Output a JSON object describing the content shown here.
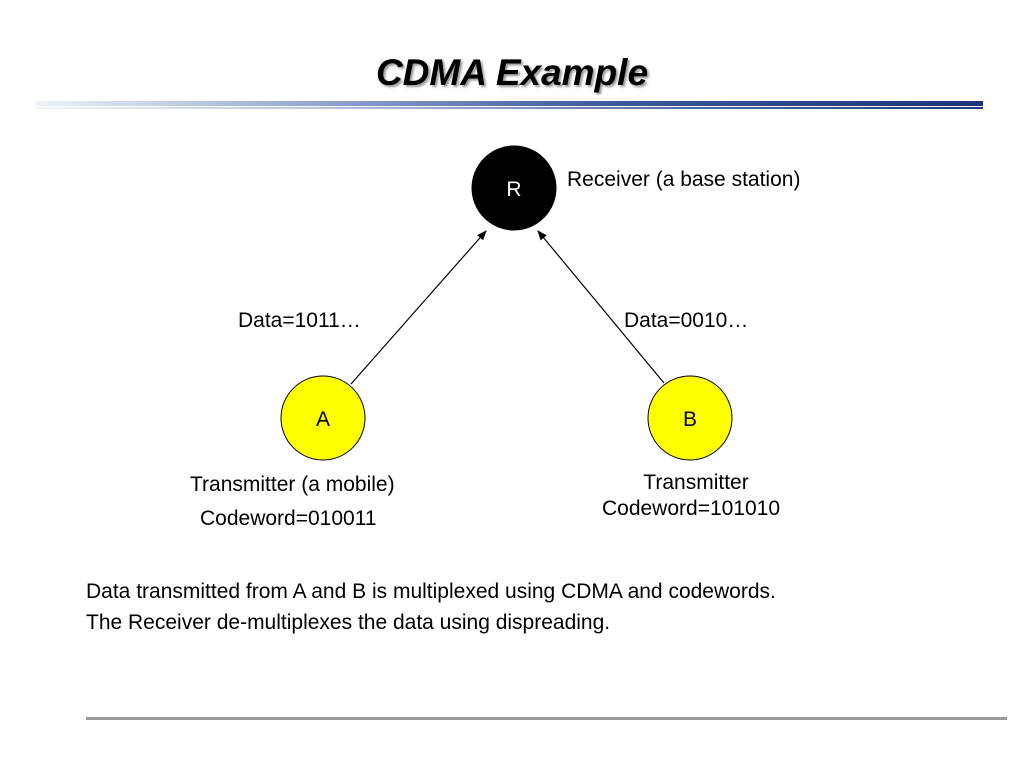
{
  "title": "CDMA Example",
  "nodes": {
    "receiver": {
      "letter": "R",
      "label": "Receiver (a base station)",
      "fill": "#000000",
      "text_color": "#ffffff"
    },
    "a": {
      "letter": "A",
      "label": "Transmitter (a mobile)",
      "codeword": "Codeword=010011",
      "fill": "#ffff00",
      "text_color": "#000000"
    },
    "b": {
      "letter": "B",
      "label": "Transmitter",
      "codeword": "Codeword=101010",
      "fill": "#ffff00",
      "text_color": "#000000"
    }
  },
  "edges": {
    "a_to_r": {
      "data": "Data=1011…"
    },
    "b_to_r": {
      "data": "Data=0010…"
    }
  },
  "caption": {
    "line1": "Data transmitted from A and B is multiplexed using CDMA and codewords.",
    "line2": "The Receiver de-multiplexes the data using dispreading."
  }
}
